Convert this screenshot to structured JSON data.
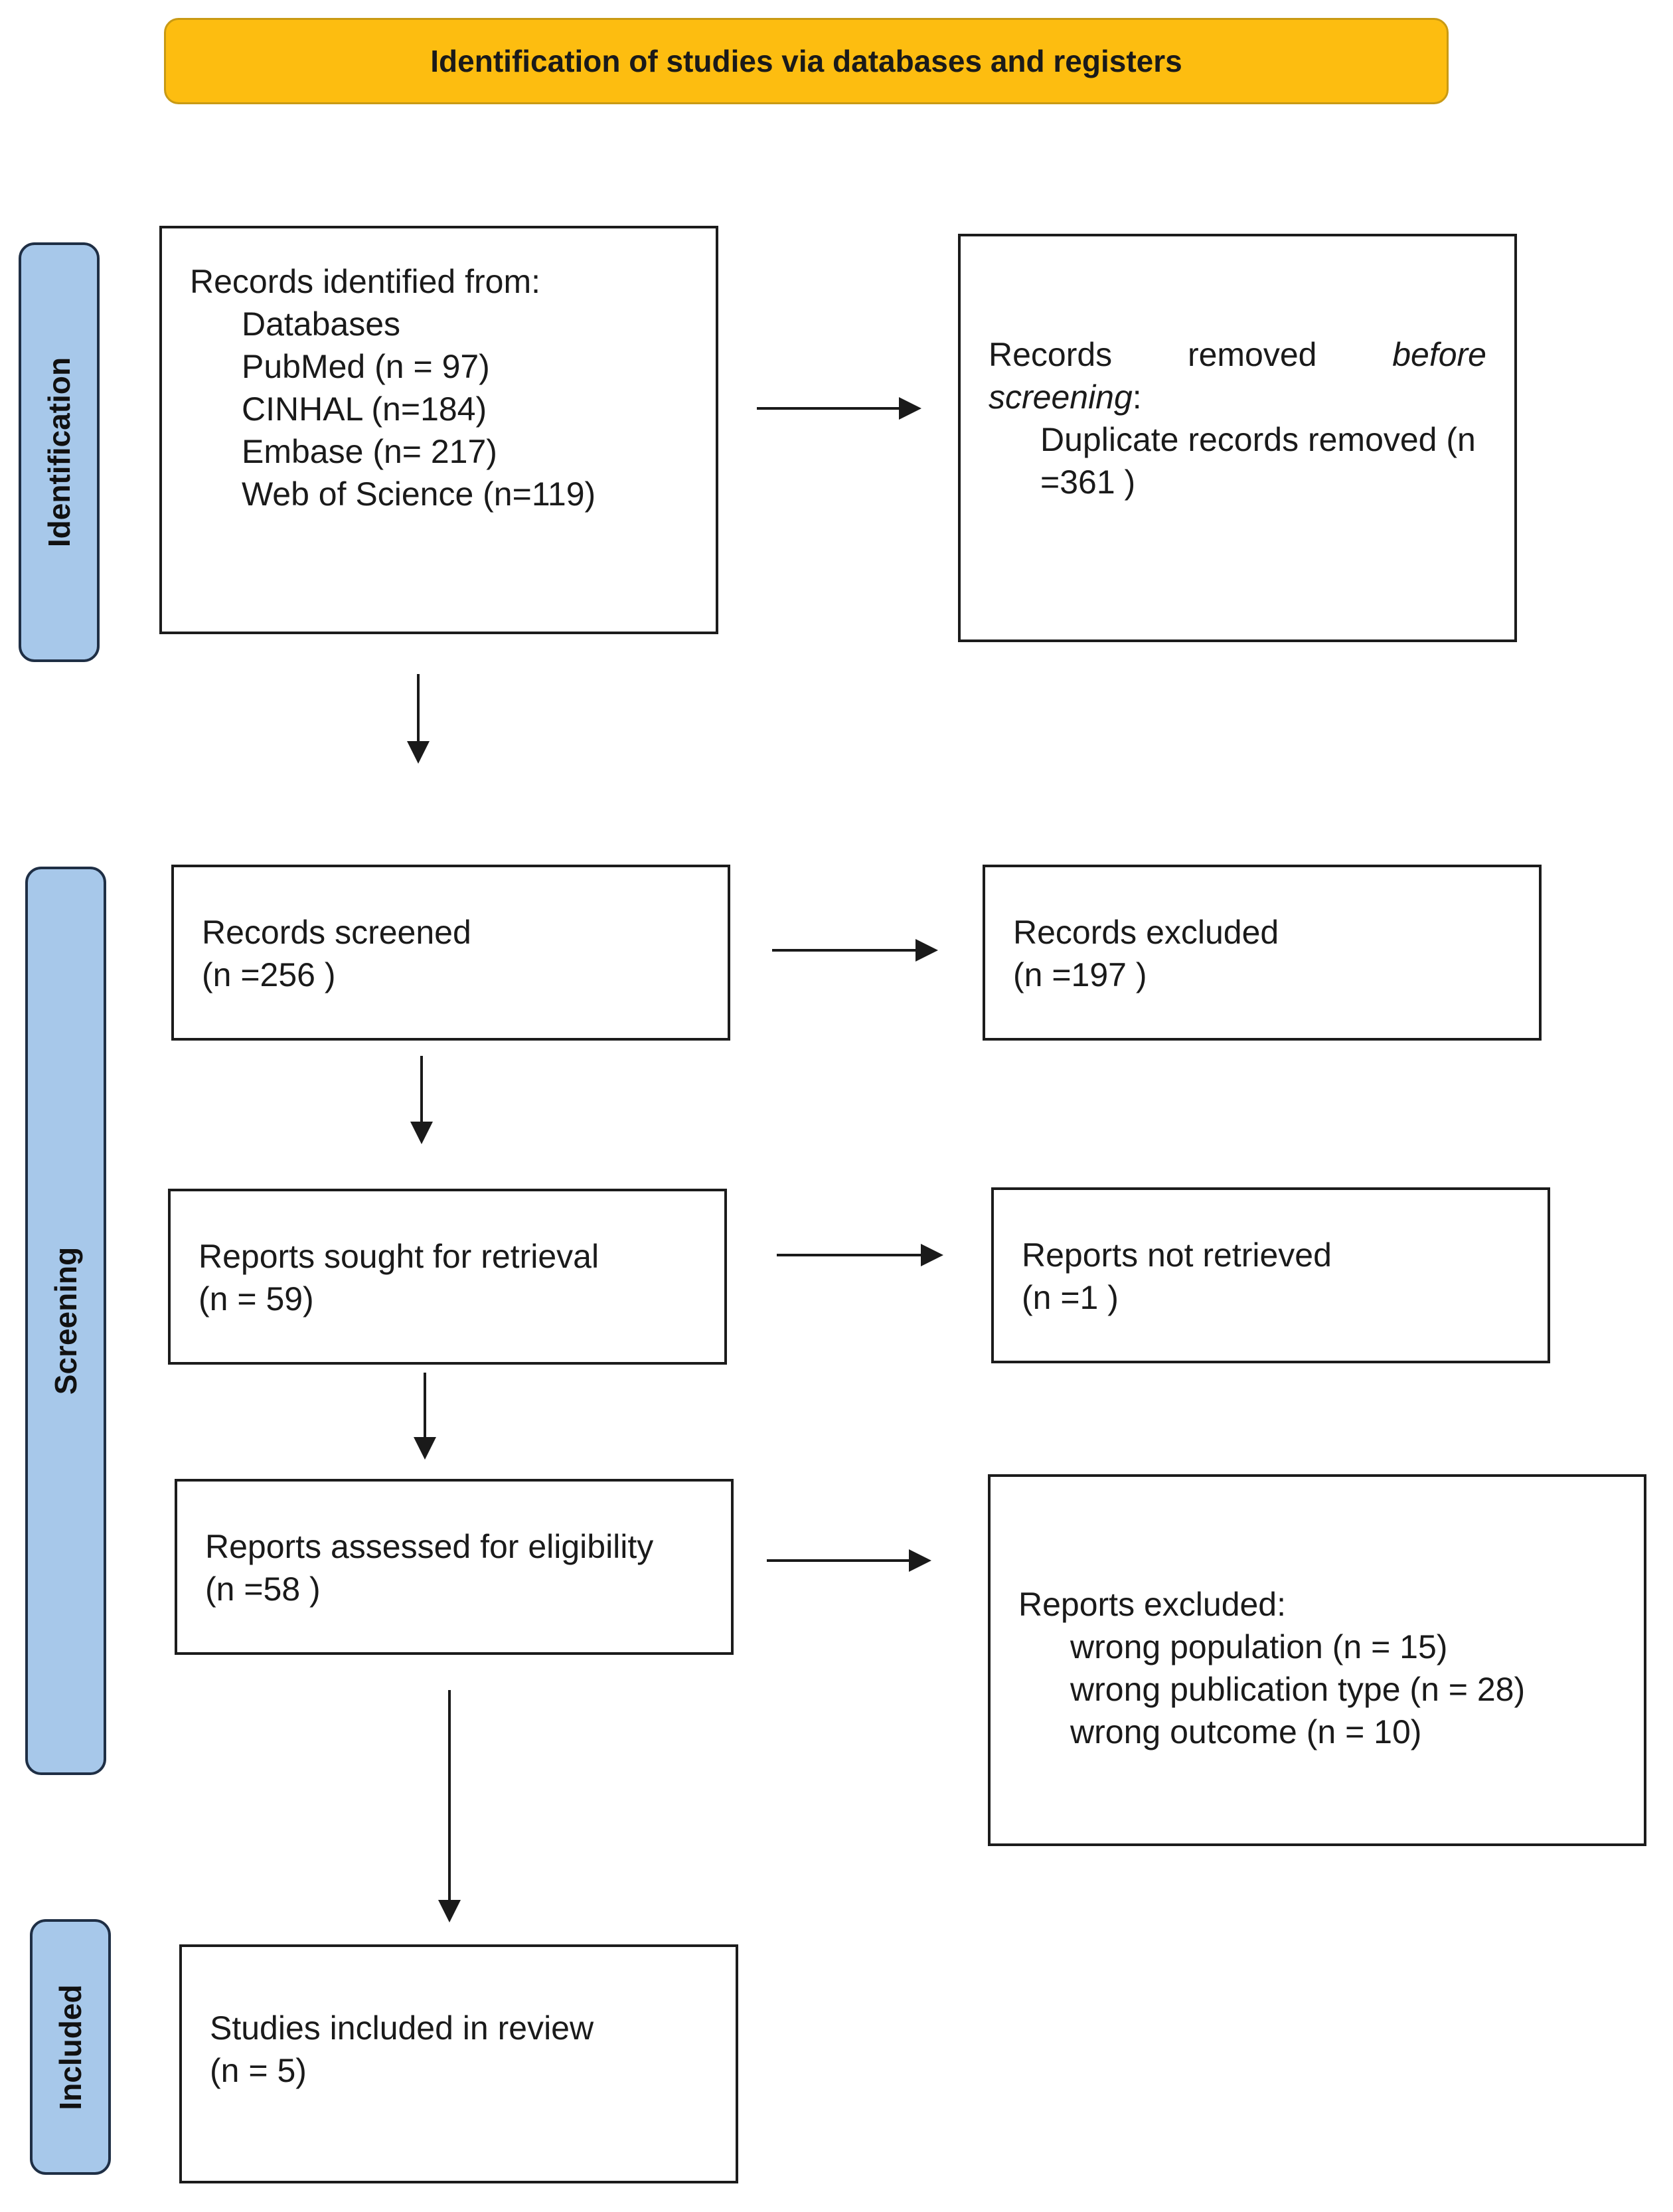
{
  "header": {
    "title": "Identification of studies via databases and registers"
  },
  "phases": {
    "identification": "Identification",
    "screening": "Screening",
    "included": "Included"
  },
  "records_identified": {
    "heading": "Records identified from:",
    "sources": [
      "Databases",
      "PubMed (n = 97)",
      "CINHAL (n=184)",
      "Embase (n= 217)",
      "Web of Science (n=119)"
    ]
  },
  "records_removed": {
    "word1": "Records",
    "word2": "removed",
    "word3": "before",
    "word4": "screening",
    "colon": ":",
    "detail_line1": "Duplicate records removed  (n",
    "detail_line2": "=361 )"
  },
  "records_screened": {
    "label": "Records screened",
    "count": "(n =256 )"
  },
  "records_excluded": {
    "label": "Records excluded",
    "count": "(n =197 )"
  },
  "reports_sought": {
    "label": "Reports sought for retrieval",
    "count": "(n = 59)"
  },
  "reports_not_retrieved": {
    "label": "Reports not retrieved",
    "count": "(n =1 )"
  },
  "reports_assessed": {
    "label": "Reports assessed for eligibility",
    "count": "(n =58 )"
  },
  "reports_excluded": {
    "heading": "Reports excluded:",
    "reasons": [
      "wrong population (n =  15)",
      "wrong publication type (n =  28)",
      "wrong outcome (n =  10)"
    ]
  },
  "studies_included": {
    "label": "Studies included in review",
    "count": "(n = 5)"
  },
  "colors": {
    "header_fill": "#fdbd10",
    "phase_fill": "#a7c8ea",
    "phase_border": "#1f2f45"
  }
}
